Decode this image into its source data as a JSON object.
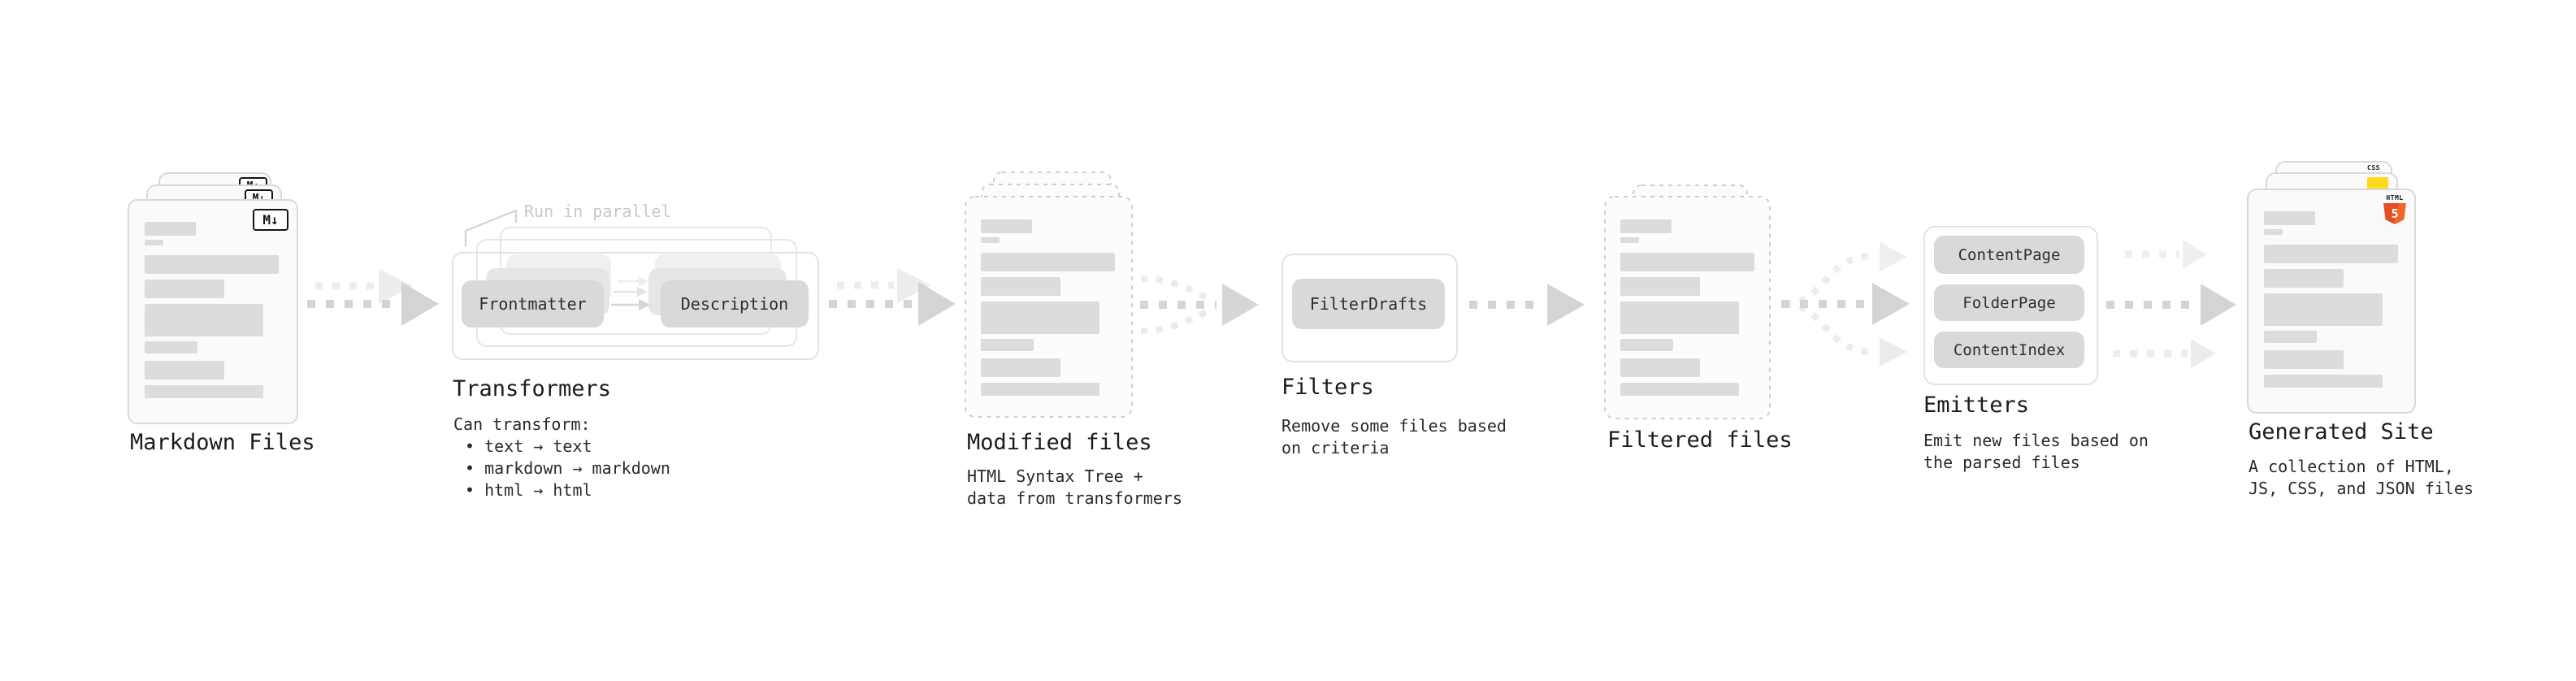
{
  "diagram": {
    "markdown_files": {
      "label": "Markdown Files",
      "badge": "M↓"
    },
    "transformers": {
      "annotation": "Run in parallel",
      "left_pill": "Frontmatter",
      "right_pill": "Description",
      "heading": "Transformers",
      "desc_title": "Can transform:",
      "bullet1": "• text → text",
      "bullet2": "• markdown → markdown",
      "bullet3": "• html → html"
    },
    "modified_files": {
      "heading": "Modified files",
      "desc_line1": "HTML Syntax Tree +",
      "desc_line2": "data from transformers"
    },
    "filters": {
      "pill": "FilterDrafts",
      "heading": "Filters",
      "desc_line1": "Remove some files based",
      "desc_line2": "on criteria"
    },
    "filtered_files": {
      "heading": "Filtered files"
    },
    "emitters": {
      "pill1": "ContentPage",
      "pill2": "FolderPage",
      "pill3": "ContentIndex",
      "heading": "Emitters",
      "desc_line1": "Emit new files based on",
      "desc_line2": "the parsed files"
    },
    "generated_site": {
      "heading": "Generated Site",
      "desc_line1": "A collection of HTML,",
      "desc_line2": "JS, CSS, and JSON files",
      "css_badge": "CSS",
      "html_logo_text": "HTML",
      "html_logo_number": "5"
    }
  },
  "colors": {
    "background": "#ffffff",
    "card_border": "#d9d9d9",
    "card_fill": "#fafafa",
    "dashed_border": "#cfcfcf",
    "bar_fill": "#dcdcdc",
    "pill_fill": "#d9d9d9",
    "panel_border": "#e3e3e3",
    "arrow_main": "#d4d4d4",
    "arrow_ghost": "#ececec",
    "annotation_text": "#c8c8c8",
    "heading_text": "#1c1c1c",
    "body_text": "#2a2a2a",
    "html5_orange": "#e44d26",
    "js_yellow": "#ffdb1e",
    "css_blue": "#2d6ae3"
  }
}
